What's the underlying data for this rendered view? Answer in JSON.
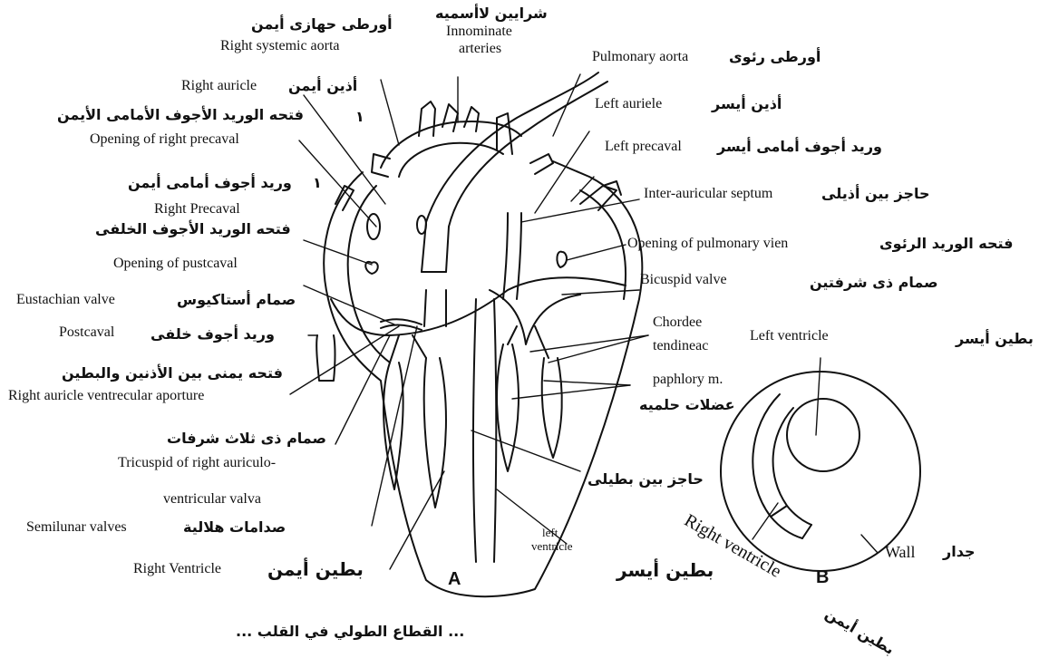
{
  "labels": {
    "innominate_ar": "شرايين لاأسميه",
    "innominate_en_1": "Innominate",
    "innominate_en_2": "arteries",
    "right_systemic_ar": "أورطى حهازى أيمن",
    "right_systemic_en": "Right systemic aorta",
    "pulmonary_aorta_en": "Pulmonary aorta",
    "pulmonary_aorta_ar": "أورطى رئوى",
    "right_auricle_en": "Right auricle",
    "right_auricle_ar": "أذين أيمن",
    "left_auricle_en": "Left auriele",
    "left_auricle_ar": "أذين أيسر",
    "open_right_precaval_ar": "فتحه الوريد الأجوف الأمامى الأيمن",
    "open_right_precaval_en": "Opening of right precaval",
    "left_precaval_en": "Left precaval",
    "left_precaval_ar": "وريد أجوف أمامى أيسر",
    "right_precaval_ar": "وريد أجوف أمامى أيمن",
    "right_precaval_en": "Right Precaval",
    "inter_auricular_en": "Inter-auricular septum",
    "inter_auricular_ar": "حاجز بين أذيلى",
    "open_postcaval_ar": "فتحه الوريد الأجوف الخلفى",
    "open_postcaval_en": "Opening of pustcaval",
    "open_pulmonary_ar": "فتحه الوريد الرئوى",
    "open_pulmonary_en": "Opening of pulmonary vien",
    "eustachian_en": "Eustachian valve",
    "eustachian_ar": "صمام أستاكيوس",
    "bicuspid_en": "Bicuspid valve",
    "bicuspid_ar": "صمام ذى شرفتين",
    "postcaval_en": "Postcaval",
    "postcaval_ar": "وريد أجوف خلفى",
    "chordee_1": "Chordee",
    "chordee_2": "tendineac",
    "left_ventricle_b_en": "Left ventricle",
    "left_ventricle_b_ar": "بطين أيسر",
    "ra_v_aperture_ar": "فتحه يمنى بين الأذنين والبطين",
    "ra_v_aperture_en": "Right auricle ventrecular aporture",
    "paphlory_en": "paphlory m.",
    "paphlory_ar": "عضلات حلميه",
    "tricuspid_ar": "صمام ذى ثلاث شرفات",
    "tricuspid_en_1": "Tricuspid of right auriculo-",
    "tricuspid_en_2": "ventricular valva",
    "inter_ventricular_ar": "حاجز بين بطيلى",
    "semilunar_en": "Semilunar valves",
    "semilunar_ar": "صدامات هلالية",
    "left_ventricle_a_en_1": "left",
    "left_ventricle_a_en_2": "ventricle",
    "left_ventricle_a_ar": "بطين أيسر",
    "right_ventricle_en": "Right Ventricle",
    "right_ventricle_ar": "بطين أيمن",
    "right_ventricle_b_en": "Right ventricle",
    "right_ventricle_b_ar": "بطين أيمن",
    "wall_en": "Wall",
    "wall_ar": "جدار",
    "fig_a": "A",
    "fig_b": "B",
    "numeral_1": "١",
    "numeral_2": "١",
    "caption_ar": "... القطاع الطولي في القلب ..."
  },
  "colors": {
    "ink": "#111111",
    "background": "#ffffff"
  }
}
